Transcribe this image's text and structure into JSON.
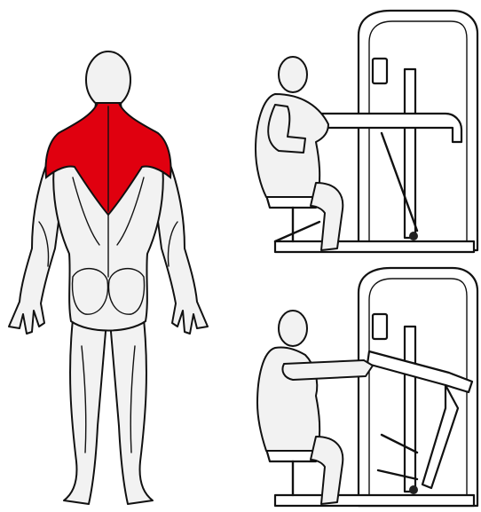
{
  "figure": {
    "highlight_color": "#e0000f",
    "outline_color": "#111111",
    "skin_color": "#f2f2f2",
    "highlighted_muscles": [
      "trapezius",
      "rear-deltoid"
    ],
    "views": [
      "anatomy-back-view",
      "exercise-start-position",
      "exercise-end-position"
    ]
  }
}
